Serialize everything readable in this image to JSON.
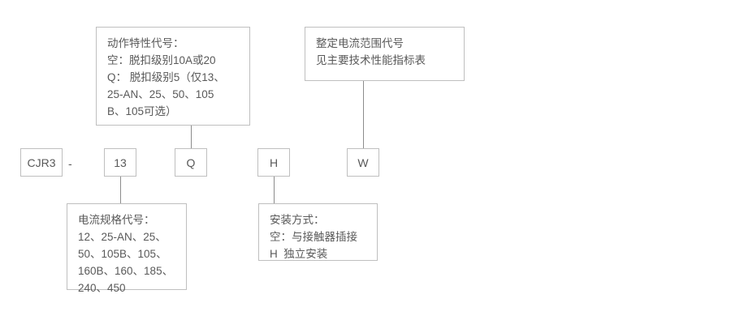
{
  "diagram": {
    "title_code": "CJR3-13QHW",
    "separator": "-",
    "code_cells": [
      {
        "name": "series-code",
        "value": "CJR3"
      },
      {
        "name": "current-rating-code",
        "value": "13"
      },
      {
        "name": "trip-characteristic-code",
        "value": "Q"
      },
      {
        "name": "mounting-type-code",
        "value": "H"
      },
      {
        "name": "current-range-code",
        "value": "W"
      }
    ],
    "notes": {
      "trip_characteristic": "动作特性代号：\n空：脱扣级别10A或20\nQ： 脱扣级别5（仅13、\n25-AN、25、50、105\nB、105可选）",
      "current_range": "整定电流范围代号\n见主要技术性能指标表",
      "current_rating": "电流规格代号：\n12、25-AN、25、\n50、105B、105、\n160B、160、185、\n240、450",
      "mounting_type": "安装方式：\n空：与接触器插接\nH  独立安装"
    },
    "colors": {
      "border": "#bfbfbf",
      "text": "#595959",
      "connector": "#8c8c8c",
      "background": "#ffffff"
    }
  }
}
